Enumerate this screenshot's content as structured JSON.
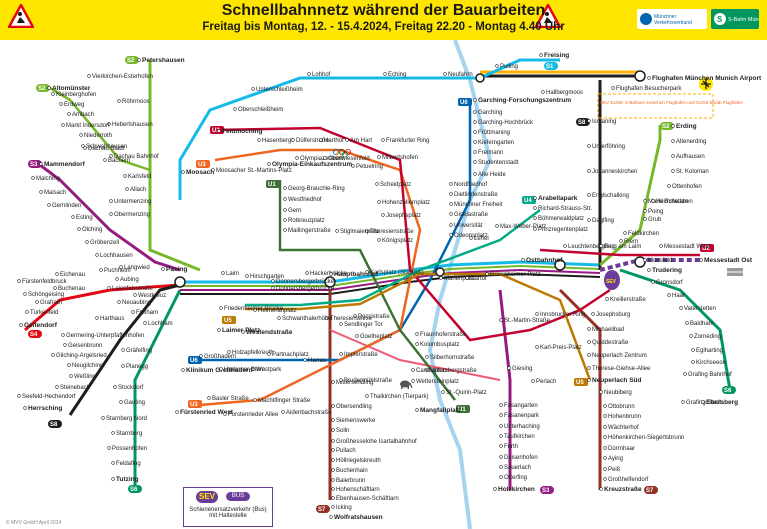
{
  "header": {
    "title": "Schnellbahnnetz während der Bauarbeiten",
    "subtitle": "Freitag bis Montag, 12. - 15.4.2024,  Freitag 22.20 - Montag 4.40 Uhr"
  },
  "logos": {
    "mvv": "Münchner Verkehrsverbund",
    "sbahn": "S-Bahn München"
  },
  "legend": {
    "sev_label": "SEV",
    "bus_label": "BUS",
    "text": "Schienenersatzverkehr (Bus) mit Haltestelle"
  },
  "notes": {
    "airport": "SEV S1/S8: S-Bahnen zwischen Flughafen und S1/S8 bis/ab Flughafen",
    "copyright": "© MVV GmbH April 2024"
  },
  "colors": {
    "S1": "#16bae7",
    "S2": "#76b82a",
    "S3": "#951b81",
    "S4": "#e30613",
    "S6": "#00975f",
    "S7": "#943126",
    "S8": "#1d1d1b",
    "S20": "#f05a73",
    "U1": "#3c7233",
    "U2": "#c4022e",
    "U3": "#ed6720",
    "U4": "#00ab85",
    "U5": "#bc7a00",
    "U6": "#0065b0",
    "SEV": "#6a3d98",
    "header": "#ffe600"
  },
  "stations": [
    {
      "id": "petershausen",
      "name": "Petershausen",
      "line": "S2"
    },
    {
      "id": "vierkirchen",
      "name": "Vierkirchen-Esterhofen"
    },
    {
      "id": "roehrmoos",
      "name": "Röhrmoos"
    },
    {
      "id": "hebertshausen",
      "name": "Hebertshausen"
    },
    {
      "id": "dachau",
      "name": "Dachau Bahnhof"
    },
    {
      "id": "dachau-stadt",
      "name": "Dachau Stadt"
    },
    {
      "id": "bachern",
      "name": "Bachern"
    },
    {
      "id": "schwabhausen",
      "name": "Schwabhausen"
    },
    {
      "id": "niederroth",
      "name": "Niederroth"
    },
    {
      "id": "markt-indersdorf",
      "name": "Markt Indersdorf"
    },
    {
      "id": "ambach",
      "name": "Ambach"
    },
    {
      "id": "erdweg",
      "name": "Erdweg"
    },
    {
      "id": "kleinberghofen",
      "name": "Kleinberghofen"
    },
    {
      "id": "altomuenster",
      "name": "Altomünster",
      "line": "S2"
    },
    {
      "id": "karlsfeld",
      "name": "Karlsfeld"
    },
    {
      "id": "allach",
      "name": "Allach"
    },
    {
      "id": "untermenzing",
      "name": "Untermenzing"
    },
    {
      "id": "obermenzing",
      "name": "Obermenzing"
    },
    {
      "id": "mammendorf",
      "name": "Mammendorf",
      "line": "S3"
    },
    {
      "id": "malching",
      "name": "Malching"
    },
    {
      "id": "maisach",
      "name": "Maisach"
    },
    {
      "id": "gernlinden",
      "name": "Gernlinden"
    },
    {
      "id": "esting",
      "name": "Esting"
    },
    {
      "id": "olching",
      "name": "Olching"
    },
    {
      "id": "groebenzell",
      "name": "Gröbenzell"
    },
    {
      "id": "lochhausen",
      "name": "Lochhausen"
    },
    {
      "id": "langwied",
      "name": "Langwied"
    },
    {
      "id": "pasing",
      "name": "Pasing"
    },
    {
      "id": "laim",
      "name": "Laim"
    },
    {
      "id": "hirschgarten",
      "name": "Hirschgarten"
    },
    {
      "id": "donnersberger",
      "name": "Donnersbergerbrücke"
    },
    {
      "id": "hackerbruecke",
      "name": "Hackerbrücke"
    },
    {
      "id": "hbf",
      "name": "Hauptbahnhof"
    },
    {
      "id": "karlsplatz",
      "name": "Karlsplatz (Stachus)"
    },
    {
      "id": "marienplatz",
      "name": "Marienplatz"
    },
    {
      "id": "isartor",
      "name": "Isartor"
    },
    {
      "id": "rosenheimer",
      "name": "Rosenheimer Platz"
    },
    {
      "id": "ostbahnhof",
      "name": "Ostbahnhof"
    },
    {
      "id": "leuchtenbergring",
      "name": "Leuchtenbergring"
    },
    {
      "id": "berg-am-laim",
      "name": "Berg am Laim"
    },
    {
      "id": "riem",
      "name": "Riem"
    },
    {
      "id": "trudering",
      "name": "Trudering"
    },
    {
      "id": "messestadt-west",
      "name": "Messestadt West"
    },
    {
      "id": "messestadt-ost",
      "name": "Messestadt Ost"
    },
    {
      "id": "freising",
      "name": "Freising"
    },
    {
      "id": "pulling",
      "name": "Pulling"
    },
    {
      "id": "neufahrn",
      "name": "Neufahrn"
    },
    {
      "id": "eching",
      "name": "Eching"
    },
    {
      "id": "lohhof",
      "name": "Lohhof"
    },
    {
      "id": "unterschleissheim",
      "name": "Unterschleißheim"
    },
    {
      "id": "oberschleissheim",
      "name": "Oberschleißheim"
    },
    {
      "id": "feldmoching",
      "name": "Feldmoching"
    },
    {
      "id": "moosach",
      "name": "Moosach"
    },
    {
      "id": "flughafen-besucherpark",
      "name": "Flughafen Besucherpark"
    },
    {
      "id": "flughafen",
      "name": "Flughafen München Munich Airport"
    },
    {
      "id": "hallbergmoos",
      "name": "Hallbergmoos"
    },
    {
      "id": "ismaning",
      "name": "Ismaning"
    },
    {
      "id": "unterfoehring",
      "name": "Unterföhring"
    },
    {
      "id": "johanneskirchen",
      "name": "Johanneskirchen"
    },
    {
      "id": "englschalking",
      "name": "Englschalking"
    },
    {
      "id": "daglfing",
      "name": "Daglfing"
    },
    {
      "id": "erding",
      "name": "Erding",
      "line": "S2"
    },
    {
      "id": "altenerding",
      "name": "Altenerding"
    },
    {
      "id": "aufhausen",
      "name": "Aufhausen"
    },
    {
      "id": "st-koloman",
      "name": "St. Koloman"
    },
    {
      "id": "ottenhofen",
      "name": "Ottenhofen"
    },
    {
      "id": "markt-schwaben",
      "name": "Markt Schwaben"
    },
    {
      "id": "poing",
      "name": "Poing"
    },
    {
      "id": "grub",
      "name": "Grub"
    },
    {
      "id": "heimstetten",
      "name": "Heimstetten"
    },
    {
      "id": "feldkirchen",
      "name": "Feldkirchen"
    },
    {
      "id": "gronsdorf",
      "name": "Gronsdorf"
    },
    {
      "id": "haar",
      "name": "Haar"
    },
    {
      "id": "vaterstetten",
      "name": "Vaterstetten"
    },
    {
      "id": "baldham",
      "name": "Baldham"
    },
    {
      "id": "zorneding",
      "name": "Zorneding"
    },
    {
      "id": "eglharting",
      "name": "Eglharting"
    },
    {
      "id": "kirchseeon",
      "name": "Kirchseeon"
    },
    {
      "id": "grafing-bahnhof",
      "name": "Grafing Bahnhof"
    },
    {
      "id": "grafing-stadt",
      "name": "Grafing Stadt"
    },
    {
      "id": "ebersberg",
      "name": "Ebersberg",
      "line": "S6"
    },
    {
      "id": "garching-fz",
      "name": "Garching-Forschungszentrum"
    },
    {
      "id": "garching",
      "name": "Garching"
    },
    {
      "id": "garching-hochbrueck",
      "name": "Garching-Hochbrück"
    },
    {
      "id": "froettmaning",
      "name": "Fröttmaning"
    },
    {
      "id": "kieferngarten",
      "name": "Kieferngarten"
    },
    {
      "id": "freimann",
      "name": "Freimann"
    },
    {
      "id": "studentenstadt",
      "name": "Studentenstadt"
    },
    {
      "id": "alte-heide",
      "name": "Alte Heide"
    },
    {
      "id": "nordfriedhof",
      "name": "Nordfriedhof"
    },
    {
      "id": "dietlindenstrasse",
      "name": "Dietlindenstraße"
    },
    {
      "id": "muenchner-freiheit",
      "name": "Münchner Freiheit"
    },
    {
      "id": "giselastrasse",
      "name": "Giselastraße"
    },
    {
      "id": "universitaet",
      "name": "Universität"
    },
    {
      "id": "odeonsplatz",
      "name": "Odeonsplatz"
    },
    {
      "id": "lehel",
      "name": "Lehel"
    },
    {
      "id": "max-weber-platz",
      "name": "Max-Weber-Platz"
    },
    {
      "id": "arabellapark",
      "name": "Arabellapark"
    },
    {
      "id": "richard-strauss",
      "name": "Richard-Strauss-Str."
    },
    {
      "id": "boehmerwaldplatz",
      "name": "Böhmerwaldplatz"
    },
    {
      "id": "prinzregentenplatz",
      "name": "Prinzregentenplatz"
    },
    {
      "id": "olympia",
      "name": "Olympia-Einkaufszentrum"
    },
    {
      "id": "scheidplatz",
      "name": "Scheidplatz"
    },
    {
      "id": "hohenzollernplatz",
      "name": "Hohenzollernplatz"
    },
    {
      "id": "josephsplatz",
      "name": "Josephsplatz"
    },
    {
      "id": "theresienstrasse",
      "name": "Theresienstraße"
    },
    {
      "id": "koenigsplatz",
      "name": "Königsplatz"
    },
    {
      "id": "stiglmaierplatz",
      "name": "Stiglmaierplatz"
    },
    {
      "id": "maillingerstrasse",
      "name": "Maillingerstraße"
    },
    {
      "id": "sendlinger-tor",
      "name": "Sendlinger Tor"
    },
    {
      "id": "fraunhoferstrasse",
      "name": "Fraunhoferstraße"
    },
    {
      "id": "kolumbusplatz",
      "name": "Kolumbusplatz"
    },
    {
      "id": "silberhornstrasse",
      "name": "Silberhornstraße"
    },
    {
      "id": "untersbergstrasse",
      "name": "Untersbergstraße"
    },
    {
      "id": "giesing",
      "name": "Giesing"
    },
    {
      "id": "st-quirin-platz",
      "name": "St.-Quirin-Platz"
    },
    {
      "id": "mangfallplatz",
      "name": "Mangfallplatz"
    },
    {
      "id": "wettersteinplatz",
      "name": "Wettersteinplatz"
    },
    {
      "id": "candidplatz",
      "name": "Candidplatz"
    },
    {
      "id": "harras",
      "name": "Harras"
    },
    {
      "id": "implerstrasse",
      "name": "Implerstraße"
    },
    {
      "id": "poccistrasse",
      "name": "Poccistraße"
    },
    {
      "id": "goetheplatz",
      "name": "Goetheplatz"
    },
    {
      "id": "theresienwiese",
      "name": "Theresienwiese"
    },
    {
      "id": "schwanthalerhoehe",
      "name": "Schwanthalerhöhe"
    },
    {
      "id": "heimeranplatz",
      "name": "Heimeranplatz"
    },
    {
      "id": "westendstrasse",
      "name": "Westendstraße"
    },
    {
      "id": "friedenheimer",
      "name": "Friedenheimer Brücke"
    },
    {
      "id": "laimer-platz",
      "name": "Laimer Platz"
    },
    {
      "id": "holzapfelkreuth",
      "name": "Holzapfelkreuth"
    },
    {
      "id": "partnachplatz",
      "name": "Partnachplatz"
    },
    {
      "id": "westpark",
      "name": "Westpark"
    },
    {
      "id": "klinikum-grosshadern",
      "name": "Klinikum Großhadern"
    },
    {
      "id": "grosshadern",
      "name": "Großhadern"
    },
    {
      "id": "haderner-stern",
      "name": "Haderner Stern"
    },
    {
      "id": "fuerstenried-west",
      "name": "Fürstenried West"
    },
    {
      "id": "basler-strasse",
      "name": "Basler Straße"
    },
    {
      "id": "forstenrieder-allee",
      "name": "Forstenrieder Allee"
    },
    {
      "id": "machtlfinger",
      "name": "Machtlfinger Straße"
    },
    {
      "id": "aidenbachstrasse",
      "name": "Aidenbachstraße"
    },
    {
      "id": "mittersendling",
      "name": "Mittersendling"
    },
    {
      "id": "obersendling",
      "name": "Obersendling"
    },
    {
      "id": "thalkirchen",
      "name": "Thalkirchen (Tierpark)"
    },
    {
      "id": "brudermuehlstrasse",
      "name": "Brudermühlstraße"
    },
    {
      "id": "siemenswerke",
      "name": "Siemenswerke"
    },
    {
      "id": "solln",
      "name": "Solln"
    },
    {
      "id": "grosshesselohe",
      "name": "Großhesselohe Isartalbahnhof"
    },
    {
      "id": "pullach",
      "name": "Pullach"
    },
    {
      "id": "hoellriegelskreuth",
      "name": "Höllriegelskreuth"
    },
    {
      "id": "buchenhain",
      "name": "Buchenhain"
    },
    {
      "id": "baierbrunn",
      "name": "Baierbrunn"
    },
    {
      "id": "hohenschaeftlarn",
      "name": "Hohenschäftlarn"
    },
    {
      "id": "ebenhausen",
      "name": "Ebenhausen-Schäftlarn"
    },
    {
      "id": "icking",
      "name": "Icking"
    },
    {
      "id": "wolfratshausen",
      "name": "Wolfratshausen",
      "line": "S7"
    },
    {
      "id": "geltendorf",
      "name": "Geltendorf",
      "line": "S4"
    },
    {
      "id": "tuerkenfeld",
      "name": "Türkenfeld"
    },
    {
      "id": "grafrath",
      "name": "Grafrath"
    },
    {
      "id": "schoengeising",
      "name": "Schöngeising"
    },
    {
      "id": "buchenau",
      "name": "Buchenau"
    },
    {
      "id": "fuerstenfeldbruck",
      "name": "Fürstenfeldbruck"
    },
    {
      "id": "eichenau",
      "name": "Eichenau"
    },
    {
      "id": "puchheim",
      "name": "Puchheim"
    },
    {
      "id": "aubing",
      "name": "Aubing"
    },
    {
      "id": "leienfelsstrasse",
      "name": "Leienfelsstraße"
    },
    {
      "id": "westkreuz",
      "name": "Westkreuz"
    },
    {
      "id": "neuaubing",
      "name": "Neuaubing"
    },
    {
      "id": "freiham",
      "name": "Freiham"
    },
    {
      "id": "harthaus",
      "name": "Harthaus"
    },
    {
      "id": "lochham",
      "name": "Lochham"
    },
    {
      "id": "germering",
      "name": "Germering-Unterpfaffenhofen"
    },
    {
      "id": "geisenbrunn",
      "name": "Geisenbrunn"
    },
    {
      "id": "gilching-argelsried",
      "name": "Gilching-Argelsried"
    },
    {
      "id": "graefelfing",
      "name": "Gräfelfing"
    },
    {
      "id": "planegg",
      "name": "Planegg"
    },
    {
      "id": "neugilching",
      "name": "Neugilching"
    },
    {
      "id": "weilling",
      "name": "Weßling"
    },
    {
      "id": "steinebach",
      "name": "Steinebach"
    },
    {
      "id": "seefeld",
      "name": "Seefeld-Hechendorf"
    },
    {
      "id": "herrsching",
      "name": "Herrsching",
      "line": "S8"
    },
    {
      "id": "stockdorf",
      "name": "Stockdorf"
    },
    {
      "id": "gauting",
      "name": "Gauting"
    },
    {
      "id": "stamberg-nord",
      "name": "Starnberg Nord"
    },
    {
      "id": "starnberg",
      "name": "Starnberg"
    },
    {
      "id": "possenhofen",
      "name": "Possenhofen"
    },
    {
      "id": "feldafing",
      "name": "Feldafing"
    },
    {
      "id": "tutzing",
      "name": "Tutzing",
      "line": "S6"
    },
    {
      "id": "donnersberger2",
      "name": "Donnersbergerbrücke"
    },
    {
      "id": "hasenbergl",
      "name": "Hasenbergl"
    },
    {
      "id": "duelferstrasse",
      "name": "Dülferstraße"
    },
    {
      "id": "harthof",
      "name": "Harthof"
    },
    {
      "id": "am-hart",
      "name": "Am Hart"
    },
    {
      "id": "frankfurter-ring",
      "name": "Frankfurter Ring"
    },
    {
      "id": "milbertshofen",
      "name": "Milbertshofen"
    },
    {
      "id": "olympiazentrum",
      "name": "Olympiazentrum"
    },
    {
      "id": "oberwiesenfeld",
      "name": "Oberwiesenfeld"
    },
    {
      "id": "petuelring",
      "name": "Petuelring"
    },
    {
      "id": "moosacher-st-martins",
      "name": "Moosacher St.-Martins-Platz"
    },
    {
      "id": "georg-brauchle-ring",
      "name": "Georg-Brauchle-Ring"
    },
    {
      "id": "westfriedhof",
      "name": "Westfriedhof"
    },
    {
      "id": "gern",
      "name": "Gern"
    },
    {
      "id": "rotkreuzplatz",
      "name": "Rotkreuzplatz"
    },
    {
      "id": "innsbrucker-ring",
      "name": "Innsbrucker Ring"
    },
    {
      "id": "josephsburg",
      "name": "Josephsburg"
    },
    {
      "id": "kreillerstrasse",
      "name": "Kreillerstraße"
    },
    {
      "id": "moosfeld",
      "name": "Moosfeld"
    },
    {
      "id": "michaelibad",
      "name": "Michaelibad"
    },
    {
      "id": "quiddestrasse",
      "name": "Quiddestraße"
    },
    {
      "id": "neuperlach-zentrum",
      "name": "Neuperlach Zentrum"
    },
    {
      "id": "therese-giehse",
      "name": "Therese-Giehse-Allee"
    },
    {
      "id": "neuperlach-sued",
      "name": "Neuperlach Süd"
    },
    {
      "id": "karl-preis-platz",
      "name": "Karl-Preis-Platz"
    },
    {
      "id": "st-martin-strasse",
      "name": "St.-Martin-Straße"
    },
    {
      "id": "perlach",
      "name": "Perlach"
    },
    {
      "id": "neubiberg",
      "name": "Neubiberg"
    },
    {
      "id": "ottobrunn",
      "name": "Ottobrunn"
    },
    {
      "id": "hohenbrunn",
      "name": "Hohenbrunn"
    },
    {
      "id": "waechterhof",
      "name": "Wächterhof"
    },
    {
      "id": "hoehenkirchen",
      "name": "Höhenkirchen-Siegertsbrunn"
    },
    {
      "id": "duernhaar",
      "name": "Dürrnhaar"
    },
    {
      "id": "aying",
      "name": "Aying"
    },
    {
      "id": "peiss",
      "name": "Peiß"
    },
    {
      "id": "grossfoehrendorf",
      "name": "Großhelfendorf"
    },
    {
      "id": "kreuzstrasse",
      "name": "Kreuzstraße",
      "line": "S7"
    },
    {
      "id": "fasangarten",
      "name": "Fasangarten"
    },
    {
      "id": "fasanenpark",
      "name": "Fasanenpark"
    },
    {
      "id": "unterhaching",
      "name": "Unterhaching"
    },
    {
      "id": "taufkirchen",
      "name": "Taufkirchen"
    },
    {
      "id": "furth",
      "name": "Furth"
    },
    {
      "id": "deisenhofen",
      "name": "Deisenhofen"
    },
    {
      "id": "sauerlach",
      "name": "Sauerlach"
    },
    {
      "id": "otterfing",
      "name": "Otterfing"
    },
    {
      "id": "holzkirchen",
      "name": "Holzkirchen",
      "line": "S3"
    }
  ]
}
